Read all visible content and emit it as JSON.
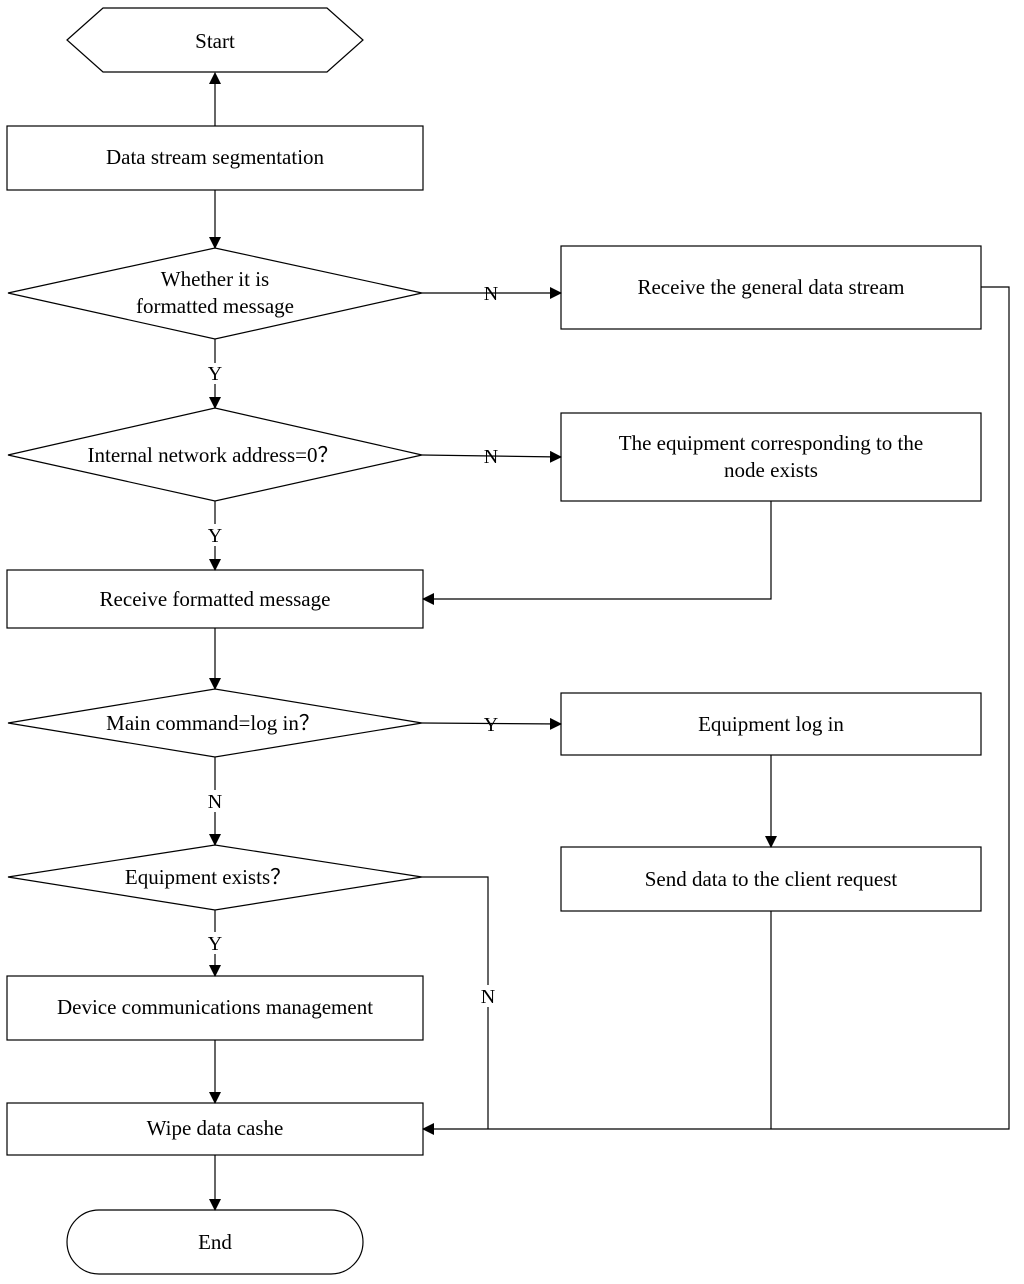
{
  "nodes": {
    "start": "Start",
    "segmentation": "Data stream segmentation",
    "is_formatted_l1": "Whether it is",
    "is_formatted_l2": "formatted message",
    "receive_general": "Receive the general data stream",
    "internal_addr": "Internal network address=0？",
    "equip_exists_node_l1": "The equipment corresponding to the",
    "equip_exists_node_l2": "node exists",
    "receive_formatted": "Receive formatted message",
    "main_command": "Main command=log in？",
    "equipment_login": "Equipment log in",
    "send_data": "Send data to the client request",
    "equipment_exists": "Equipment exists？",
    "device_comm": "Device communications management",
    "wipe_cache": "Wipe data cashe",
    "end": "End"
  },
  "edge_labels": {
    "formatted_no": "N",
    "formatted_yes": "Y",
    "internal_no": "N",
    "internal_yes": "Y",
    "login_yes": "Y",
    "login_no": "N",
    "exists_yes": "Y",
    "exists_no": "N"
  },
  "colors": {
    "stroke": "#000000",
    "fill": "#ffffff",
    "text": "#000000"
  }
}
